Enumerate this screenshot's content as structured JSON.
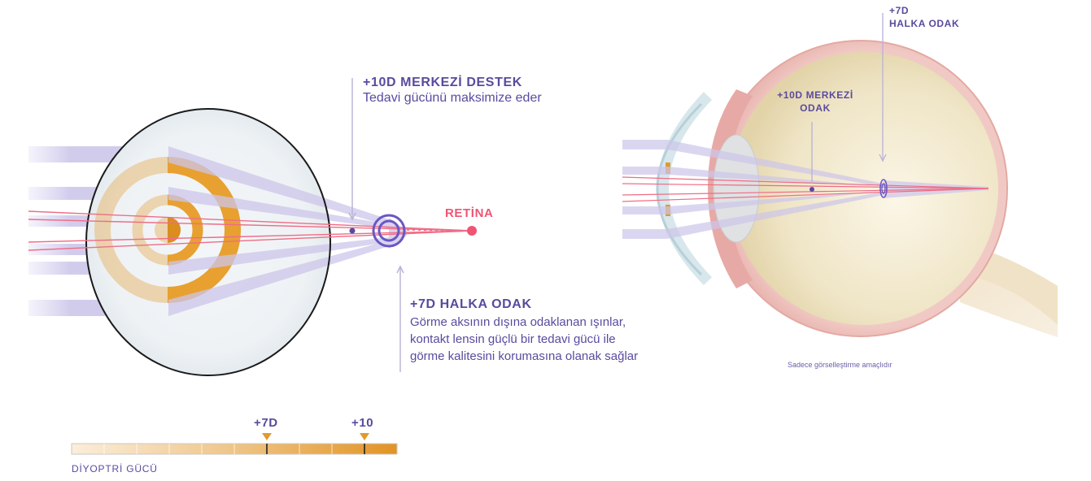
{
  "labels": {
    "center_title": "+10D MERKEZİ DESTEK",
    "center_desc": "Tedavi gücünü maksimize eder",
    "retina": "RETİNA",
    "ring_title": "+7D HALKA ODAK",
    "ring_desc_1": "Görme aksının dışına odaklanan ışınlar,",
    "ring_desc_2": "kontakt lensin güçlü bir tedavi gücü ile",
    "ring_desc_3": "görme kalitesini korumasına olanak sağlar",
    "eye_center_1": "+10D MERKEZİ",
    "eye_center_2": "ODAK",
    "eye_ring_1": "+7D",
    "eye_ring_2": "HALKA ODAK",
    "disclaimer": "Sadece görselleştirme amaçlıdır"
  },
  "scale": {
    "marker_7": "+7D",
    "marker_10": "+10",
    "label": "DİYOPTRİ GÜCÜ",
    "segments": 10,
    "marker_7_pos": 0.6,
    "marker_10_pos": 0.9
  },
  "colors": {
    "purple": "#5a4a9e",
    "pink": "#e8536f",
    "orange": "#e29a2b",
    "lavender": "#cdc6ea"
  }
}
